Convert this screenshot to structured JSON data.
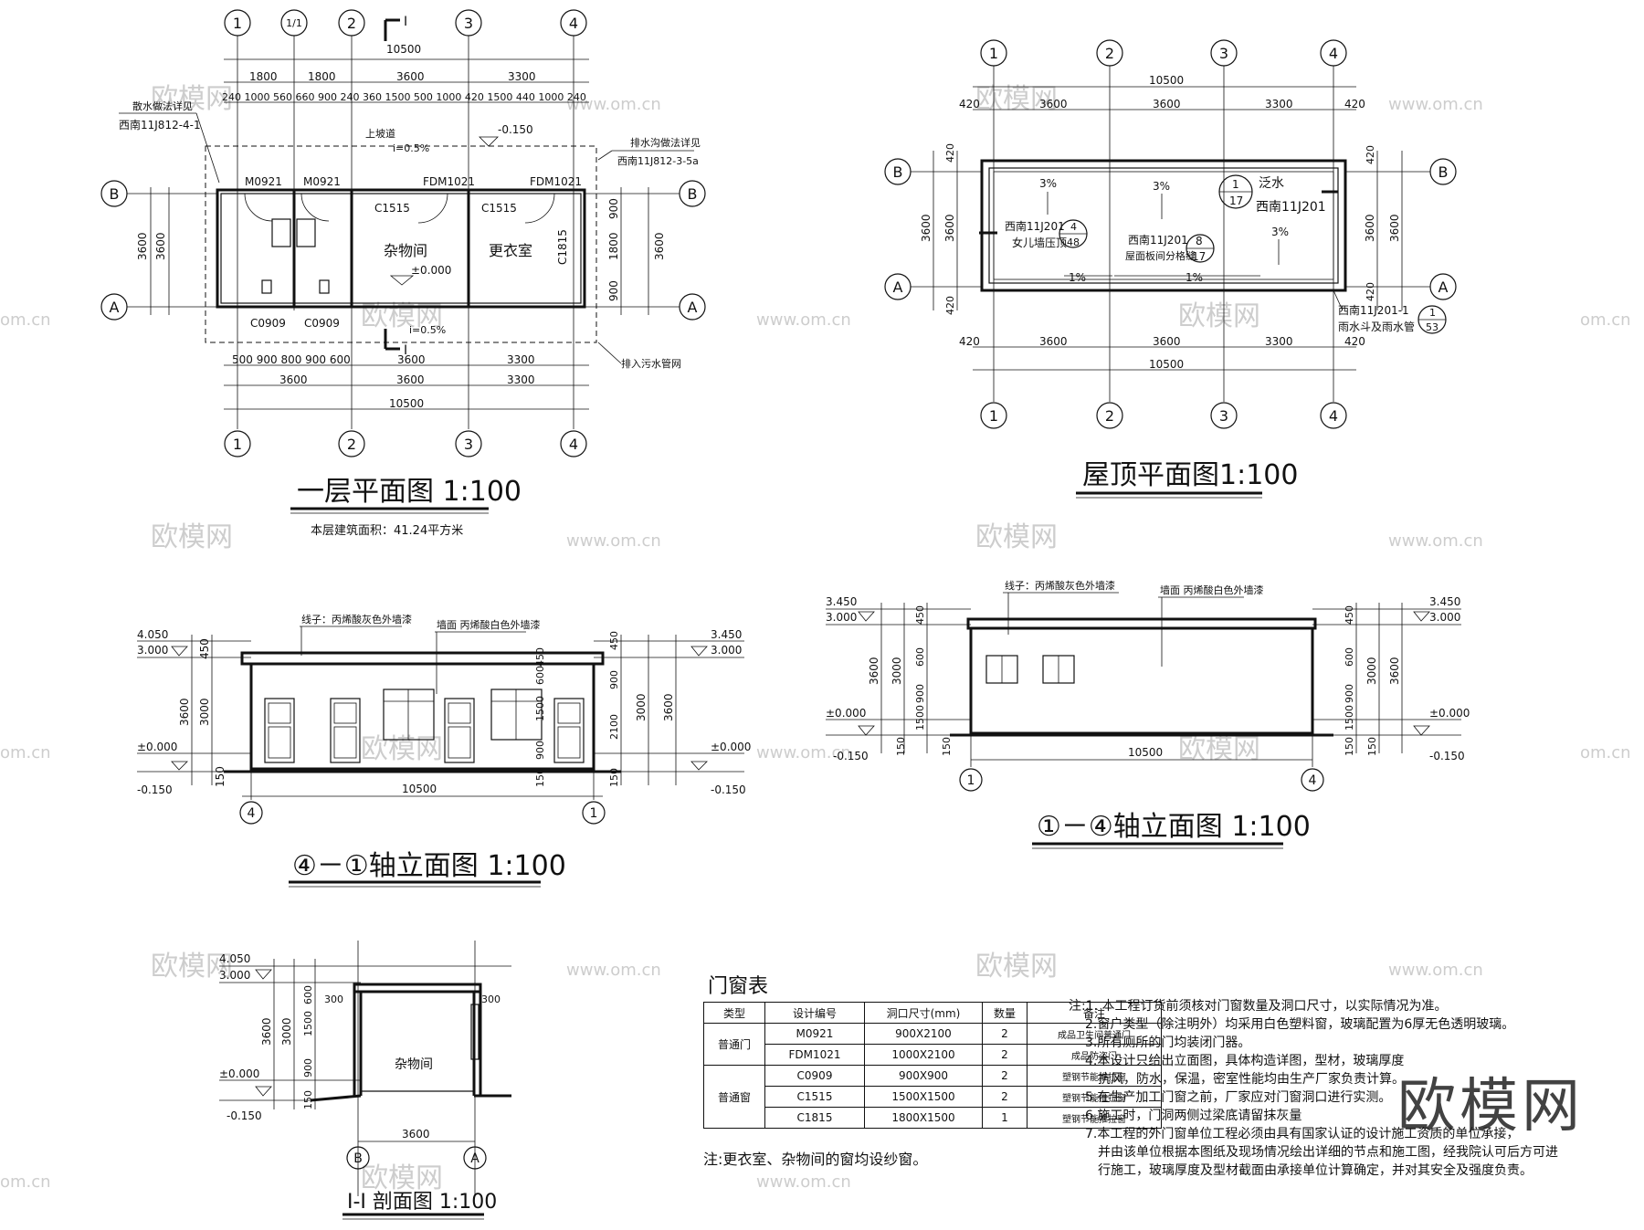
{
  "titles": {
    "plan1": "一层平面图 1:100",
    "plan1_area": "本层建筑面积：41.24平方米",
    "roof": "屋顶平面图1:100",
    "elev_41": "④－①轴立面图 1:100",
    "elev_14": "①－④轴立面图 1:100",
    "section": "I-I 剖面图  1:100"
  },
  "plan1": {
    "axes_top": [
      "1",
      "1/1",
      "2",
      "3",
      "4"
    ],
    "axes_bottom": [
      "1",
      "2",
      "3",
      "4"
    ],
    "axes_side": [
      "B",
      "A"
    ],
    "section_mark": "I",
    "dims_total": "10500",
    "dims_top_row1": [
      "1800",
      "1800",
      "3600",
      "3300"
    ],
    "dims_top_row2": "240 1000 560 660 900 240 360 1500 500 1000 420 1500 440 1000 240",
    "dims_bottom_row1": "500 900 800 900 600",
    "dims_bottom_row1b": [
      "3600",
      "3300"
    ],
    "dims_bottom_row2": [
      "3600",
      "3600",
      "3300"
    ],
    "dims_bottom_total": "10500",
    "dims_left": [
      "3600",
      "3600"
    ],
    "dims_right": [
      "900",
      "1800",
      "900",
      "3600"
    ],
    "label_scatter": "散水做法详见",
    "label_scatter_ref": "西南11J812-4-1",
    "label_drain": "排水沟做法详见",
    "label_drain_ref": "西南11J812-3-5a",
    "label_ramp": "上坡道",
    "label_slope": "i=0.5%",
    "label_elev_minus": "-0.150",
    "label_sewer": "排入污水管网",
    "doors": [
      "M0921",
      "M0921",
      "FDM1021",
      "FDM1021"
    ],
    "windows": [
      "C1515",
      "C1515",
      "C0909",
      "C0909",
      "C1815"
    ],
    "room1": "杂物间",
    "room2": "更衣室",
    "level": "±0.000"
  },
  "roof": {
    "axes": [
      "1",
      "2",
      "3",
      "4"
    ],
    "axes_side": [
      "B",
      "A"
    ],
    "dims_total": "10500",
    "dims_row": [
      "3600",
      "3600",
      "3300"
    ],
    "dims_420": "420",
    "dims_side": [
      "3600",
      "3600"
    ],
    "slope_3": "3%",
    "slope_1": "1%",
    "ref_flash": "泛水",
    "ref_flash_code": "西南11J201",
    "ref_flash_num": "1",
    "ref_flash_sheet": "17",
    "ref_parapet": "西南11J201",
    "ref_parapet_label": "女儿墙压顶",
    "ref_parapet_num": "4",
    "ref_parapet_sheet": "48",
    "ref_joint": "西南11J201",
    "ref_joint_label": "屋面板间分格缝",
    "ref_joint_num": "8",
    "ref_joint_sheet": "17",
    "ref_drain": "西南11J201-1",
    "ref_drain_label": "雨水斗及雨水管",
    "ref_drain_num": "1",
    "ref_drain_sheet": "53"
  },
  "elev41": {
    "line_note": "线子：丙烯酸灰色外墙漆",
    "wall_note": "墙面 丙烯酸白色外墙漆",
    "lv_top_left": "4.050",
    "lv_3000": "3.000",
    "lv_0": "±0.000",
    "lv_m015": "-0.150",
    "lv_top_right": "3.450",
    "dims_left": [
      "450",
      "3000",
      "3600",
      "150"
    ],
    "dims_right": [
      "450",
      "900",
      "2100",
      "3000",
      "3600",
      "150"
    ],
    "dims_mid": [
      "450",
      "600",
      "1500",
      "900",
      "150"
    ],
    "width": "10500",
    "axes": [
      "4",
      "1"
    ]
  },
  "elev14": {
    "line_note": "线子：丙烯酸灰色外墙漆",
    "wall_note": "墙面 丙烯酸白色外墙漆",
    "lv_345": "3.450",
    "lv_3000": "3.000",
    "lv_0": "±0.000",
    "lv_m015": "-0.150",
    "dims_left": [
      "450",
      "600",
      "900",
      "1500",
      "3000",
      "3600",
      "150"
    ],
    "dims_right": [
      "450",
      "600",
      "900",
      "1500",
      "3000",
      "3600",
      "150"
    ],
    "width": "10500",
    "axes": [
      "1",
      "4"
    ]
  },
  "section": {
    "lv_4050": "4.050",
    "lv_3000": "3.000",
    "lv_0": "±0.000",
    "lv_m015": "-0.150",
    "dims": [
      "3600",
      "3000",
      "1500",
      "600",
      "900",
      "300",
      "300",
      "150"
    ],
    "room": "杂物间",
    "width": "3600",
    "axes": [
      "B",
      "A"
    ]
  },
  "door_window_table": {
    "title": "门窗表",
    "headers": [
      "类型",
      "设计编号",
      "洞口尺寸(mm)",
      "数量",
      "备注"
    ],
    "rows": [
      {
        "type": "普通门",
        "code": "M0921",
        "size": "900X2100",
        "qty": "2",
        "note": "成品卫生间普通门"
      },
      {
        "type": "",
        "code": "FDM1021",
        "size": "1000X2100",
        "qty": "2",
        "note": "成品防盗门"
      },
      {
        "type": "普通窗",
        "code": "C0909",
        "size": "900X900",
        "qty": "2",
        "note": "塑钢节能推拉窗"
      },
      {
        "type": "",
        "code": "C1515",
        "size": "1500X1500",
        "qty": "2",
        "note": "塑钢节能推拉窗"
      },
      {
        "type": "",
        "code": "C1815",
        "size": "1800X1500",
        "qty": "1",
        "note": "塑钢节能推拉窗"
      }
    ],
    "footnote": "注:更衣室、杂物间的窗均设纱窗。"
  },
  "notes": [
    "注:1. 本工程订货前须核对门窗数量及洞口尺寸，以实际情况为准。",
    "2.窗户类型（除注明外）均采用白色塑料窗，玻璃配置为6厚无色透明玻璃。",
    "3.所有厕所的门均装闭门器。",
    "4.本设计只给出立面图，具体构造详图，型材，玻璃厚度",
    "抗风，防水，保温，密室性能均由生产厂家负责计算。",
    "5.在生产加工门窗之前，厂家应对门窗洞口进行实测。",
    "6.施工时，门洞两侧过梁底请留抹灰量",
    "7.本工程的外门窗单位工程必须由具有国家认证的设计施工资质的单位承接，",
    "并由该单位根据本图纸及现场情况绘出详细的节点和施工图，经我院认可后方可进",
    "行施工，玻璃厚度及型材截面由承接单位计算确定，并对其安全及强度负责。"
  ],
  "watermarks": {
    "brand": "欧模网",
    "url": "www.om.cn",
    "short": "om.cn"
  }
}
